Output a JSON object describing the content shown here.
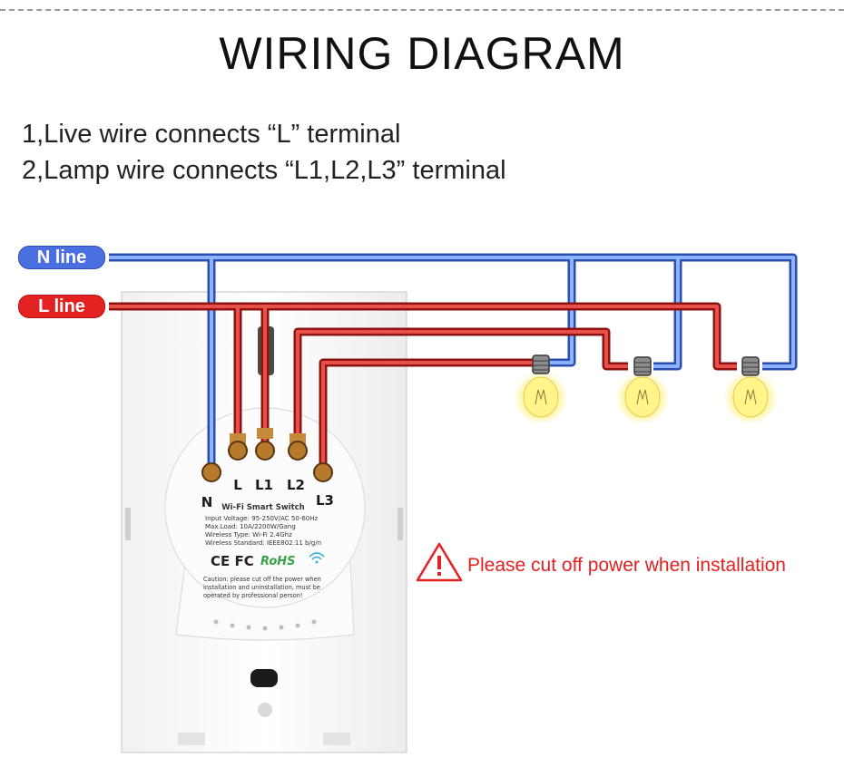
{
  "title": "WIRING DIAGRAM",
  "instructions": [
    "1,Live wire connects “L” terminal",
    "2,Lamp wire connects “L1,L2,L3” terminal"
  ],
  "lines": {
    "neutral_label": "N line",
    "live_label": "L line",
    "neutral_color": "#4a7ae0",
    "live_color": "#c4221f"
  },
  "terminals": {
    "n": "N",
    "l": "L",
    "l1": "L1",
    "l2": "L2",
    "l3": "L3"
  },
  "module": {
    "name": "Wi-Fi Smart Switch",
    "specs": [
      "Input Voltage: 95-250V/AC 50-60Hz",
      "Max.Load: 10A/2200W/Gang",
      "Wireless Type: Wi-Fi 2.4Ghz",
      "Wireless Standard: IEEE802.11 b/g/n"
    ],
    "certifications": "CE FC",
    "rohs": "RoHS",
    "caution": [
      "Caution: please cut off the power when",
      "installation and uninstallation, must be",
      "operated by professional person!"
    ]
  },
  "warning": {
    "text": "Please cut off power when installation",
    "color": "#e32121"
  },
  "icons": [
    "warning-triangle-icon",
    "light-bulb-icon",
    "wifi-icon"
  ]
}
